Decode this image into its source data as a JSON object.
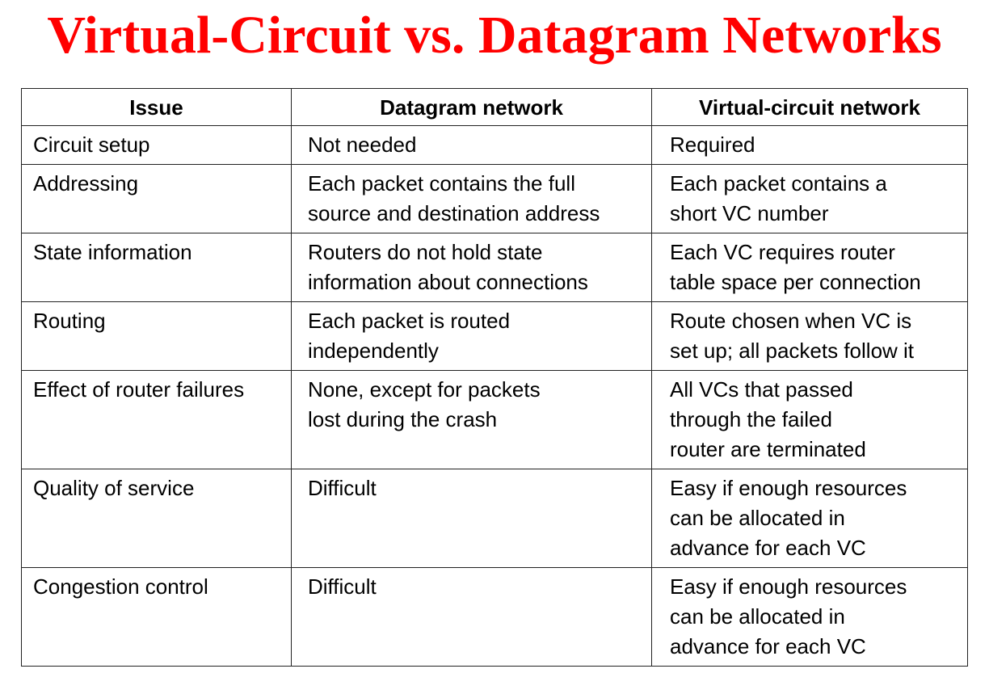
{
  "title": "Virtual-Circuit vs. Datagram Networks",
  "table": {
    "headers": [
      "Issue",
      "Datagram network",
      "Virtual-circuit network"
    ],
    "rows": [
      {
        "issue": [
          "Circuit setup"
        ],
        "datagram": [
          "Not needed"
        ],
        "virtual_circuit": [
          "Required"
        ]
      },
      {
        "issue": [
          "Addressing"
        ],
        "datagram": [
          "Each packet contains the full",
          "source and destination address"
        ],
        "virtual_circuit": [
          "Each packet contains a",
          "short VC number"
        ]
      },
      {
        "issue": [
          "State information"
        ],
        "datagram": [
          "Routers do not hold state",
          "information about connections"
        ],
        "virtual_circuit": [
          "Each VC requires router",
          "table space per connection"
        ]
      },
      {
        "issue": [
          "Routing"
        ],
        "datagram": [
          "Each packet is routed",
          "independently"
        ],
        "virtual_circuit": [
          "Route chosen when VC is",
          "set up; all packets follow it"
        ]
      },
      {
        "issue": [
          "Effect of router failures"
        ],
        "datagram": [
          "None, except for packets",
          "lost during the crash"
        ],
        "virtual_circuit": [
          "All VCs that passed",
          "through the failed",
          "router are terminated"
        ]
      },
      {
        "issue": [
          "Quality of service"
        ],
        "datagram": [
          "Difficult"
        ],
        "virtual_circuit": [
          "Easy if enough resources",
          "can be allocated in",
          "advance for each VC"
        ]
      },
      {
        "issue": [
          "Congestion control"
        ],
        "datagram": [
          "Difficult"
        ],
        "virtual_circuit": [
          "Easy if enough resources",
          "can be allocated in",
          "advance for each VC"
        ]
      }
    ]
  }
}
